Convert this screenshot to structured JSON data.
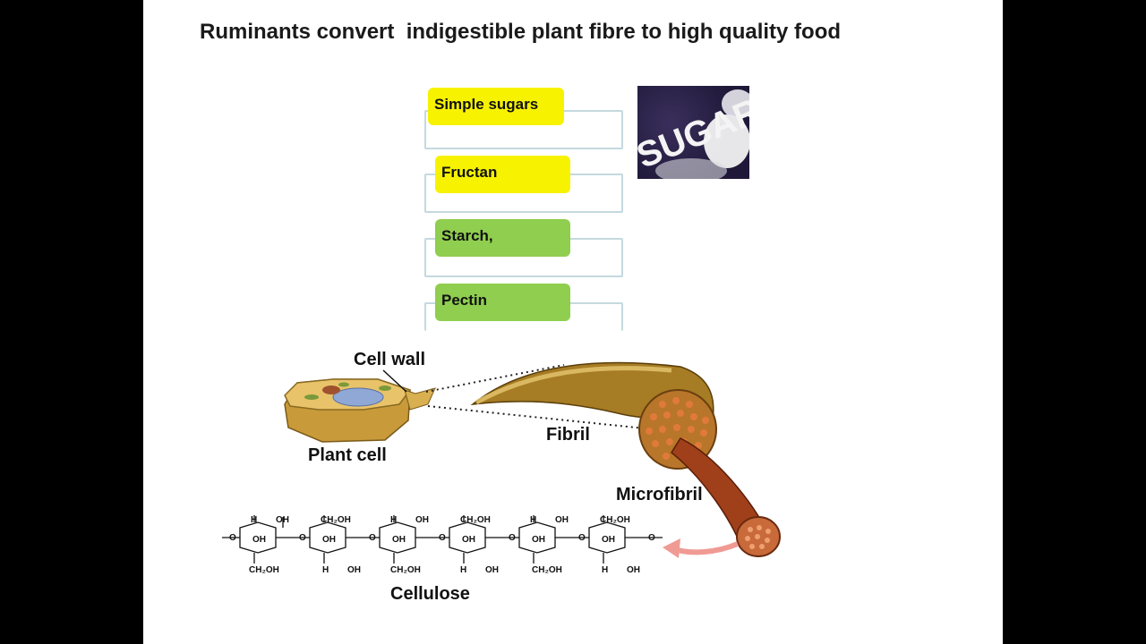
{
  "slide": {
    "title": "Ruminants convert  indigestible plant fibre to high quality food"
  },
  "carbohydrates": [
    {
      "label": "Simple sugars",
      "color": "#f7f200"
    },
    {
      "label": "Fructan",
      "color": "#f7f200"
    },
    {
      "label": "Starch,",
      "color": "#8fce4e"
    },
    {
      "label": "Pectin",
      "color": "#8fce4e"
    }
  ],
  "sugar_image": {
    "text": "SUGAR"
  },
  "diagram": {
    "cell_wall": "Cell wall",
    "plant_cell": "Plant cell",
    "fibril": "Fibril",
    "microfibril": "Microfibril",
    "cellulose": "Cellulose"
  }
}
